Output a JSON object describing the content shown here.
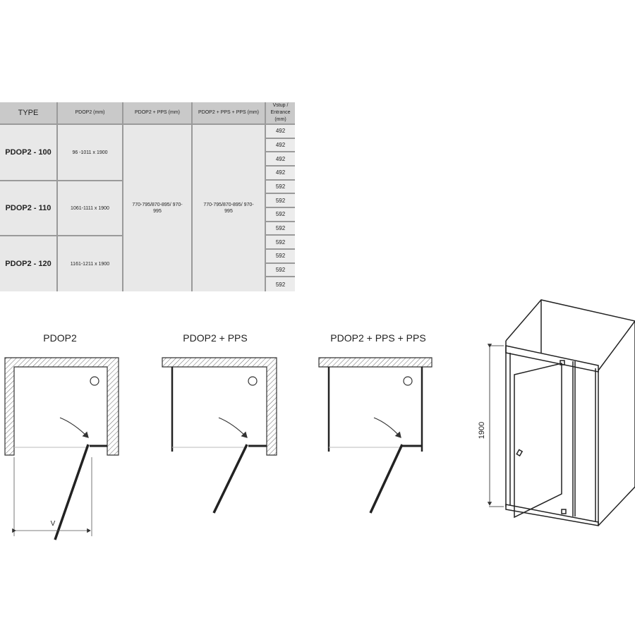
{
  "table": {
    "headers": [
      "TYPE",
      "PDOP2 (mm)",
      "PDOP2 + PPS (mm)",
      "PDOP2 + PPS + PPS (mm)",
      "Vstup / Entrance (mm)"
    ],
    "rows": [
      {
        "type": "PDOP2 - 100",
        "pdop2": "96 -1011 x 1900"
      },
      {
        "type": "PDOP2 - 110",
        "pdop2": "1061-1111 x 1900"
      },
      {
        "type": "PDOP2 - 120",
        "pdop2": "1161-1211 x 1900"
      }
    ],
    "pps": "770-795/870-895/ 970-995",
    "pps_pps": "770-795/870-895/ 970-995",
    "entrance": [
      "492",
      "492",
      "492",
      "492",
      "592",
      "592",
      "592",
      "592",
      "592",
      "592",
      "592",
      "592"
    ]
  },
  "diagrams": {
    "d1_title": "PDOP2",
    "d2_title": "PDOP2 + PPS",
    "d3_title": "PDOP2 + PPS + PPS",
    "dim_label": "V",
    "height_label": "1900"
  }
}
